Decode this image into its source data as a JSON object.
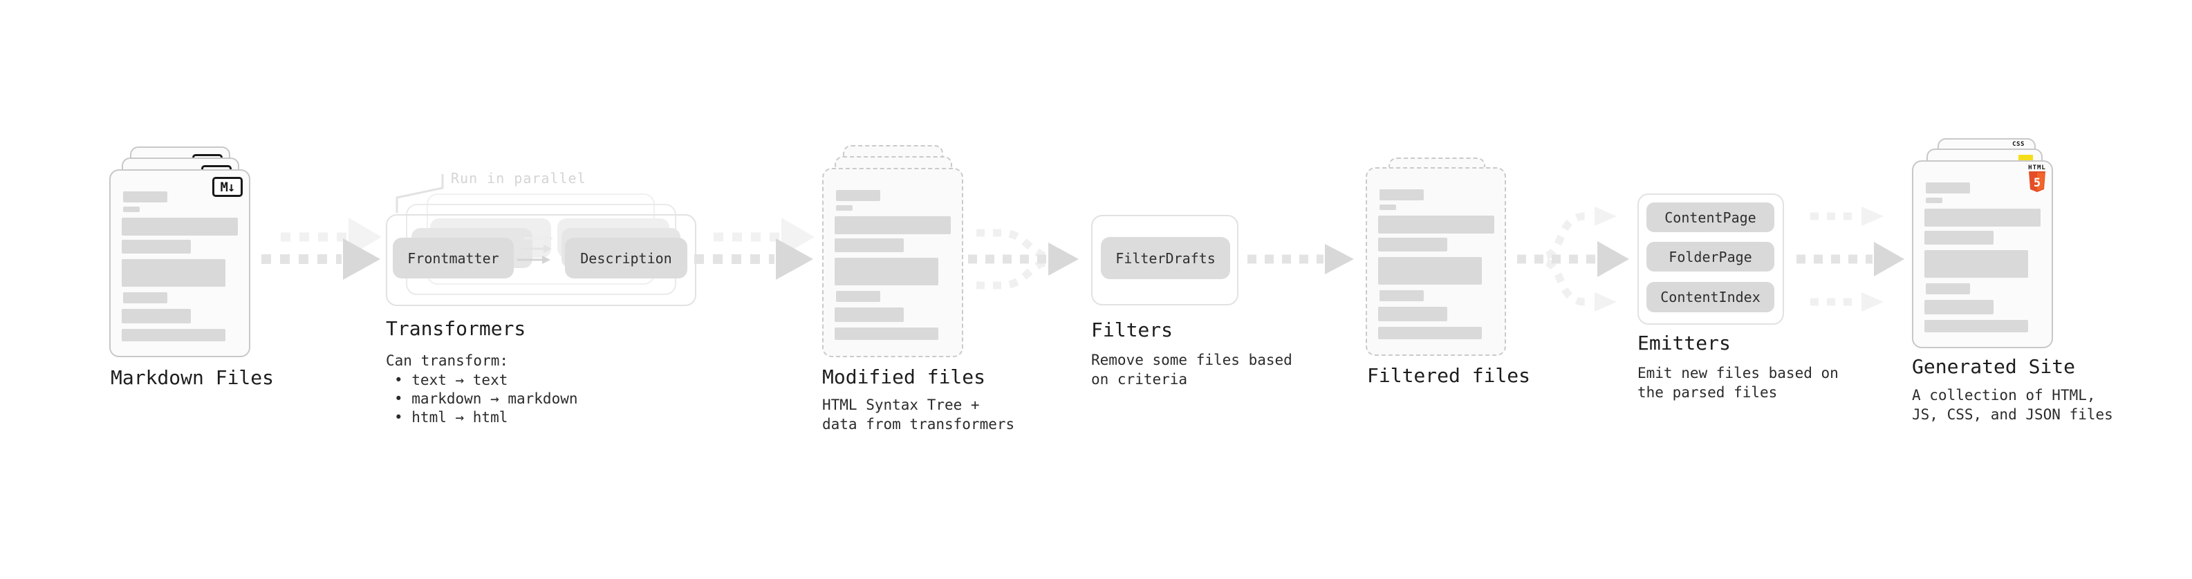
{
  "diagram": {
    "markdown_files": {
      "title": "Markdown Files",
      "badge": "M↓"
    },
    "transformers": {
      "annotation": "Run in parallel",
      "step1": "Frontmatter",
      "step2": "Description",
      "title": "Transformers",
      "desc_heading": "Can transform:",
      "bullets": [
        "• text → text",
        "• markdown → markdown",
        "• html → html"
      ]
    },
    "modified_files": {
      "title": "Modified files",
      "subtitle": [
        "HTML Syntax Tree +",
        "data from transformers"
      ]
    },
    "filters": {
      "chip": "FilterDrafts",
      "title": "Filters",
      "subtitle": [
        "Remove some files based",
        "on criteria"
      ]
    },
    "filtered_files": {
      "title": "Filtered files"
    },
    "emitters": {
      "chips": [
        "ContentPage",
        "FolderPage",
        "ContentIndex"
      ],
      "title": "Emitters",
      "subtitle": [
        "Emit new files based on",
        "the parsed files"
      ]
    },
    "generated_site": {
      "title": "Generated Site",
      "subtitle": [
        "A collection of HTML,",
        "JS, CSS, and JSON files"
      ],
      "badges": {
        "html_label": "HTML",
        "html_number": "5",
        "css_label": "CSS"
      }
    },
    "colors": {
      "sheet_border": "#c8c8c8",
      "content_bar": "#d9d9d9",
      "chip_bg": "#dcdcdc",
      "arrow_dark": "#e3e3e3",
      "arrow_head_dark": "#d8d8d8",
      "arrow_light": "#f1f1f1",
      "html5_orange": "#e44d26",
      "html5_orange_light": "#f16529",
      "js_yellow": "#f5de19",
      "css_blue": "#2760e6",
      "text": "#1d1d1d",
      "annotation": "#d4d4d4"
    }
  }
}
